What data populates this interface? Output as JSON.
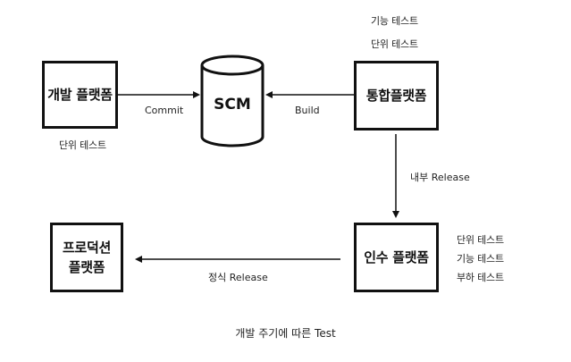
{
  "diagram": {
    "nodes": {
      "dev_platform": "개발 플랫폼",
      "scm": "SCM",
      "integration_platform": "통합플랫폼",
      "acceptance_platform": "인수 플랫폼",
      "production_platform_line1": "프로덕션",
      "production_platform_line2": "플랫폼"
    },
    "edges": {
      "commit": "Commit",
      "build": "Build",
      "internal_release": "내부 Release",
      "official_release": "정식 Release"
    },
    "notes": {
      "dev_tests": [
        "단위 테스트"
      ],
      "integration_tests": [
        "기능 테스트",
        "단위 테스트"
      ],
      "acceptance_tests": [
        "단위 테스트",
        "기능 테스트",
        "부하 테스트"
      ]
    },
    "caption": "개발 주기에 따른 Test"
  }
}
